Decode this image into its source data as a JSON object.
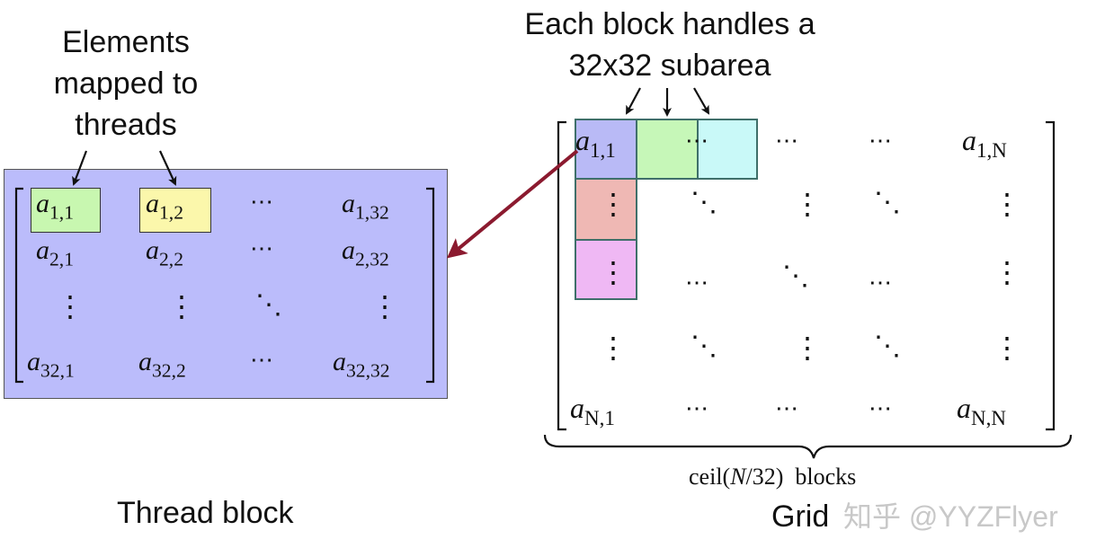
{
  "labels": {
    "elements_mapped": [
      "Elements",
      "mapped to",
      "threads"
    ],
    "each_block": [
      "Each block handles a",
      "32x32 subarea"
    ],
    "thread_block": "Thread block",
    "grid": "Grid",
    "watermark": "知乎 @YYZFlyer"
  },
  "thread_block": {
    "elements": {
      "a11": {
        "base": "a",
        "sub": "1,1"
      },
      "a12": {
        "base": "a",
        "sub": "1,2"
      },
      "a1_32": {
        "base": "a",
        "sub": "1,32"
      },
      "a21": {
        "base": "a",
        "sub": "2,1"
      },
      "a22": {
        "base": "a",
        "sub": "2,2"
      },
      "a2_32": {
        "base": "a",
        "sub": "2,32"
      },
      "a32_1": {
        "base": "a",
        "sub": "32,1"
      },
      "a32_2": {
        "base": "a",
        "sub": "32,2"
      },
      "a32_32": {
        "base": "a",
        "sub": "32,32"
      }
    }
  },
  "grid_matrix": {
    "elements": {
      "a11": {
        "base": "a",
        "sub": "1,1"
      },
      "a1N": {
        "base": "a",
        "sub": "1,N"
      },
      "aN1": {
        "base": "a",
        "sub": "N,1"
      },
      "aNN": {
        "base": "a",
        "sub": "N,N"
      }
    },
    "brace_label": {
      "prefix": "ceil(",
      "var": "N",
      "suffix": "/32)  blocks"
    }
  },
  "symbols": {
    "hdots": "⋯",
    "vdots": "⋮",
    "ddots": "⋱"
  },
  "colors": {
    "thread_block_bg": "#bbbcfb",
    "green_cell": "#c8f7b0",
    "yellow_cell": "#fbf7ab",
    "block_blue": "#b9baf6",
    "block_green": "#c6f7b8",
    "block_cyan": "#c9f9f8",
    "block_red": "#efb8b4",
    "block_pink": "#efb8f4",
    "arrow": "#8b1a2f"
  }
}
